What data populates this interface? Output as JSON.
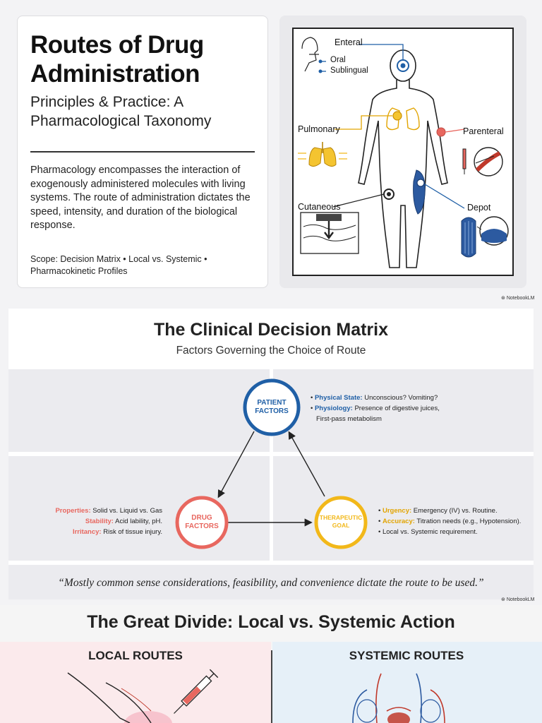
{
  "slide1": {
    "title": "Routes of Drug Administration",
    "subtitle": "Principles & Practice: A Pharmacological Taxonomy",
    "intro": "Pharmacology encompasses the interaction of exogenously administered molecules with living systems. The route of administration dictates the speed, intensity, and duration of the biological response.",
    "scope": "Scope: Decision Matrix • Local vs. Systemic • Pharmacokinetic Profiles",
    "diagram_labels": {
      "enteral": "Enteral",
      "oral": "Oral",
      "sublingual": "Sublingual",
      "pulmonary": "Pulmonary",
      "parenteral": "Parenteral",
      "cutaneous": "Cutaneous",
      "depot": "Depot"
    },
    "watermark": "NotebookLM"
  },
  "slide2": {
    "title": "The Clinical Decision Matrix",
    "subtitle": "Factors Governing the Choice of Route",
    "patient_node": "PATIENT FACTORS",
    "drug_node": "DRUG FACTORS",
    "goal_node": "THERAPEUTIC GOAL",
    "patient_factors": [
      {
        "key": "Physical State:",
        "text": "Unconscious? Vomiting?"
      },
      {
        "key": "Physiology:",
        "text": "Presence of digestive juices,"
      },
      {
        "key": "",
        "text": "First-pass metabolism"
      }
    ],
    "drug_factors": [
      {
        "key": "Properties:",
        "text": "Solid vs. Liquid vs. Gas"
      },
      {
        "key": "Stability:",
        "text": "Acid lability, pH."
      },
      {
        "key": "Irritancy:",
        "text": "Risk of tissue injury."
      }
    ],
    "goal_factors": [
      {
        "key": "Urgency:",
        "text": "Emergency (IV) vs. Routine."
      },
      {
        "key": "Accuracy:",
        "text": "Titration needs (e.g., Hypotension)."
      },
      {
        "key": "",
        "text": "Local vs. Systemic requirement."
      }
    ],
    "quote": "“Mostly common sense considerations, feasibility, and convenience dictate the route to be used.”",
    "watermark": "NotebookLM"
  },
  "slide3": {
    "title": "The Great Divide: Local vs. Systemic Action",
    "local_title": "LOCAL ROUTES",
    "systemic_title": "SYSTEMIC ROUTES"
  },
  "colors": {
    "patient": "#1f5fa6",
    "drug": "#e8675f",
    "goal": "#f2b81a",
    "ink": "#111111"
  }
}
